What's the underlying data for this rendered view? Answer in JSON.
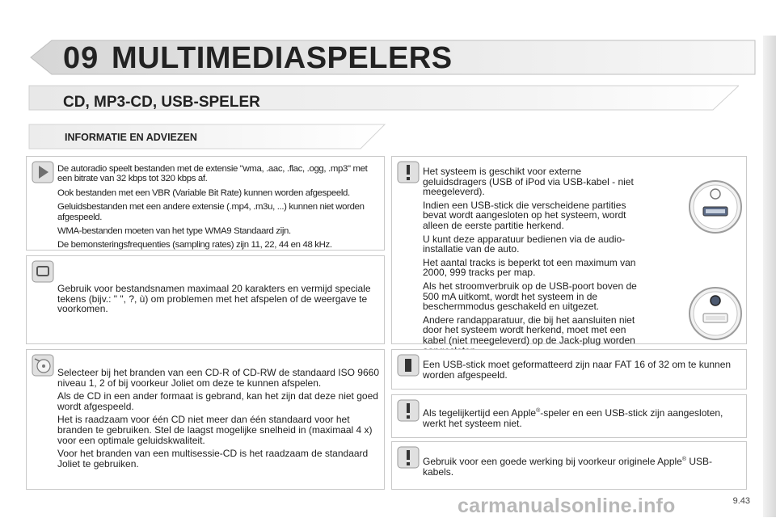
{
  "header": {
    "chapter_number": "09",
    "chapter_title": "MULTIMEDIASPELERS",
    "section_title": "CD, MP3-CD, USB-SPELER",
    "subsection_title": "INFORMATIE EN ADVIEZEN"
  },
  "left_panels": [
    {
      "icon": "arrow-play-icon",
      "paragraphs": [
        "De autoradio speelt bestanden met de extensie \"wma, .aac, .flac, .ogg, .mp3\" met een bitrate van 32 kbps tot 320 kbps af.",
        "Ook bestanden met een VBR (Variable Bit Rate) kunnen worden afgespeeld.",
        "Geluidsbestanden met een andere extensie (.mp4, .m3u, ...) kunnen niet worden afgespeeld.",
        "WMA-bestanden moeten van het type WMA9 Standaard zijn.",
        "De bemonsteringsfrequenties (sampling rates) zijn 11, 22, 44 en 48 kHz."
      ]
    },
    {
      "icon": "screen-icon",
      "paragraphs": [
        "Gebruik voor bestandsnamen maximaal 20 karakters en vermijd speciale tekens (bijv.: \" \", ?, ù) om problemen met het afspelen of de weergave te voorkomen."
      ]
    },
    {
      "icon": "disc-icon",
      "paragraphs": [
        "Selecteer bij het branden van een CD-R of CD-RW de standaard ISO 9660 niveau 1, 2 of bij voorkeur Joliet om deze te kunnen afspelen.",
        "Als de CD in een ander formaat is gebrand, kan het zijn dat deze niet goed wordt afgespeeld.",
        "Het is raadzaam voor één CD niet meer dan één standaard voor het branden te gebruiken. Stel de laagst mogelijke snelheid in (maximaal 4 x) voor een optimale geluidskwaliteit.",
        "Voor het branden van een multisessie-CD is het raadzaam de standaard Joliet te gebruiken."
      ]
    }
  ],
  "right_panels": [
    {
      "icon": "warning-icon",
      "paragraphs": [
        "Het systeem is geschikt voor externe geluidsdragers (USB of iPod via USB-kabel - niet meegeleverd).",
        "Indien een USB-stick die verscheidene partities bevat wordt aangesloten op het systeem, wordt alleen de eerste partitie herkend.",
        "U kunt deze apparatuur bedienen via de audio-installatie van de auto.",
        "Het aantal tracks is beperkt tot een maximum van 2000, 999 tracks per map.",
        "Als het stroomverbruik op de USB-poort boven de 500 mA uitkomt, wordt het systeem in de beschermmodus geschakeld en uitgezet.",
        "Andere randapparatuur, die bij het aansluiten niet door het systeem wordt herkend, moet met een kabel (niet meegeleverd) op de Jack-plug worden aangesloten."
      ]
    },
    {
      "icon": "info-bar-icon",
      "paragraphs": [
        "Een USB-stick moet geformatteerd zijn naar FAT 16 of 32 om te kunnen worden afgespeeld."
      ]
    },
    {
      "icon": "warning-icon",
      "text_before_sup": "Als tegelijkertijd een Apple",
      "sup": "®",
      "text_after_sup": "-speler en een USB-stick zijn aangesloten, werkt het systeem niet."
    },
    {
      "icon": "warning-icon",
      "text_before_sup": "Gebruik voor een goede werking bij voorkeur originele Apple",
      "sup": "®",
      "text_after_sup": " USB-kabels."
    }
  ],
  "page_number": "9.43",
  "watermark": "carmanualsonline.info"
}
